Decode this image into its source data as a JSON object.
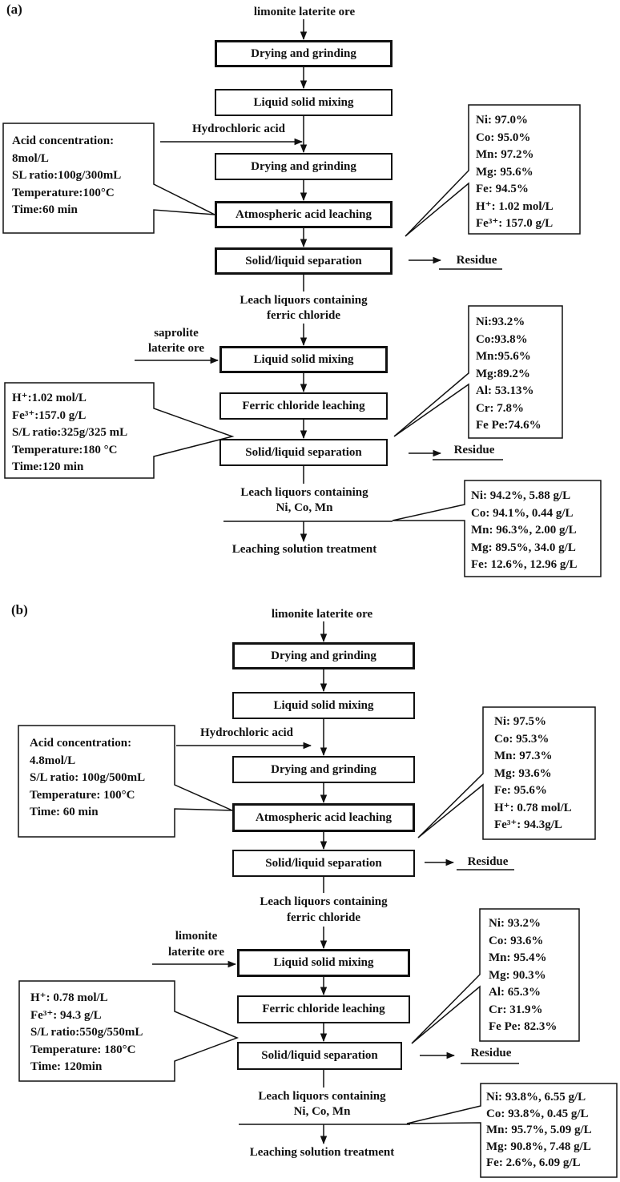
{
  "panels": [
    {
      "tag": "(a)",
      "start": "limonite laterite ore",
      "steps": [
        "Drying and grinding",
        "Liquid solid mixing",
        "Drying and grinding",
        "Atmospheric acid leaching",
        "Solid/liquid separation"
      ],
      "acid": "Hydrochloric acid",
      "residue": "Residue",
      "leach_fecl3": [
        "Leach liquors containing",
        "ferric chloride"
      ],
      "feed2": [
        "saprolite",
        "laterite ore"
      ],
      "steps2": [
        "Liquid solid mixing",
        "Ferric chloride leaching",
        "Solid/liquid separation"
      ],
      "residue2": "Residue",
      "leach_final": [
        "Leach liquors containing",
        "Ni, Co, Mn"
      ],
      "treatment": "Leaching solution treatment",
      "cond1": [
        "Acid concentration:",
        "8mol/L",
        "SL ratio:100g/300mL",
        "Temperature:100°C",
        "Time:60 min"
      ],
      "res1": [
        "Ni: 97.0%",
        "Co: 95.0%",
        "Mn: 97.2%",
        "Mg: 95.6%",
        "Fe: 94.5%",
        "H⁺: 1.02 mol/L",
        "Fe³⁺: 157.0 g/L"
      ],
      "cond2": [
        "H⁺:1.02 mol/L",
        "Fe³⁺:157.0 g/L",
        "S/L ratio:325g/325 mL",
        "Temperature:180 °C",
        "Time:120 min"
      ],
      "res2": [
        "Ni:93.2%",
        "Co:93.8%",
        "Mn:95.6%",
        "Mg:89.2%",
        "Al: 53.13%",
        "Cr: 7.8%",
        "Fe  Pe:74.6%"
      ],
      "res3": [
        "Ni: 94.2%, 5.88 g/L",
        "Co: 94.1%, 0.44 g/L",
        "Mn: 96.3%, 2.00 g/L",
        "Mg: 89.5%, 34.0 g/L",
        "Fe: 12.6%, 12.96 g/L"
      ]
    },
    {
      "tag": "(b)",
      "start": "limonite laterite ore",
      "steps": [
        "Drying and grinding",
        "Liquid solid mixing",
        "Drying and grinding",
        "Atmospheric acid leaching",
        "Solid/liquid separation"
      ],
      "acid": "Hydrochloric acid",
      "residue": "Residue",
      "leach_fecl3": [
        "Leach liquors containing",
        "ferric chloride"
      ],
      "feed2": [
        "limonite",
        "laterite ore"
      ],
      "steps2": [
        "Liquid solid mixing",
        "Ferric chloride leaching",
        "Solid/liquid separation"
      ],
      "residue2": "Residue",
      "leach_final": [
        "Leach liquors containing",
        "Ni, Co, Mn"
      ],
      "treatment": "Leaching solution treatment",
      "cond1": [
        "Acid concentration:",
        "4.8mol/L",
        "S/L ratio: 100g/500mL",
        "Temperature: 100°C",
        "Time: 60 min"
      ],
      "res1": [
        "Ni: 97.5%",
        "Co: 95.3%",
        "Mn: 97.3%",
        "Mg: 93.6%",
        "Fe: 95.6%",
        "H⁺: 0.78 mol/L",
        "Fe³⁺: 94.3g/L"
      ],
      "cond2": [
        "H⁺: 0.78 mol/L",
        "Fe³⁺: 94.3 g/L",
        "S/L ratio:550g/550mL",
        "Temperature: 180°C",
        "Time: 120min"
      ],
      "res2": [
        "Ni: 93.2%",
        "Co: 93.6%",
        "Mn: 95.4%",
        "Mg: 90.3%",
        "Al: 65.3%",
        "Cr: 31.9%",
        "Fe  Pe: 82.3%"
      ],
      "res3": [
        "Ni: 93.8%, 6.55 g/L",
        "Co: 93.8%, 0.45 g/L",
        "Mn: 95.7%, 5.09 g/L",
        "Mg: 90.8%, 7.48 g/L",
        "Fe: 2.6%, 6.09 g/L"
      ]
    }
  ]
}
